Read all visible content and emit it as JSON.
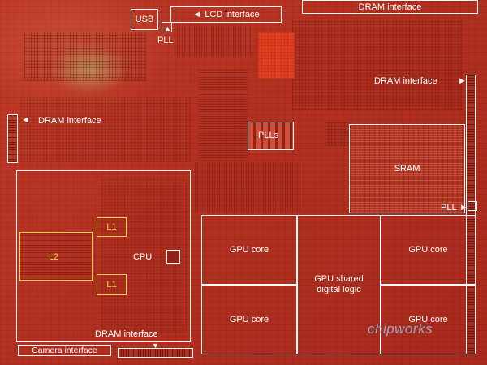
{
  "labels": {
    "usb": "USB",
    "pll_top": "PLL",
    "lcd": "LCD interface",
    "dram_top": "DRAM interface",
    "dram_right": "DRAM interface",
    "dram_left": "DRAM interface",
    "plls": "PLLs",
    "sram": "SRAM",
    "pll_right": "PLL",
    "l1_top": "L1",
    "l2": "L2",
    "cpu": "CPU",
    "l1_bottom": "L1",
    "gpu_tl": "GPU core",
    "gpu_tr": "GPU core",
    "gpu_shared": "GPU shared\ndigital logic",
    "gpu_bl": "GPU core",
    "gpu_br": "GPU core",
    "dram_bottom": "DRAM interface",
    "camera": "Camera interface",
    "watermark": "chipworks"
  },
  "colors": {
    "die": "#b2301f",
    "outline": "#ffffff",
    "cache_outline": "#f3d24a",
    "hotspot": "#e8401f"
  },
  "icons": {
    "arrow_left": "◄",
    "arrow_up": "▲",
    "arrow_down": "▼"
  }
}
